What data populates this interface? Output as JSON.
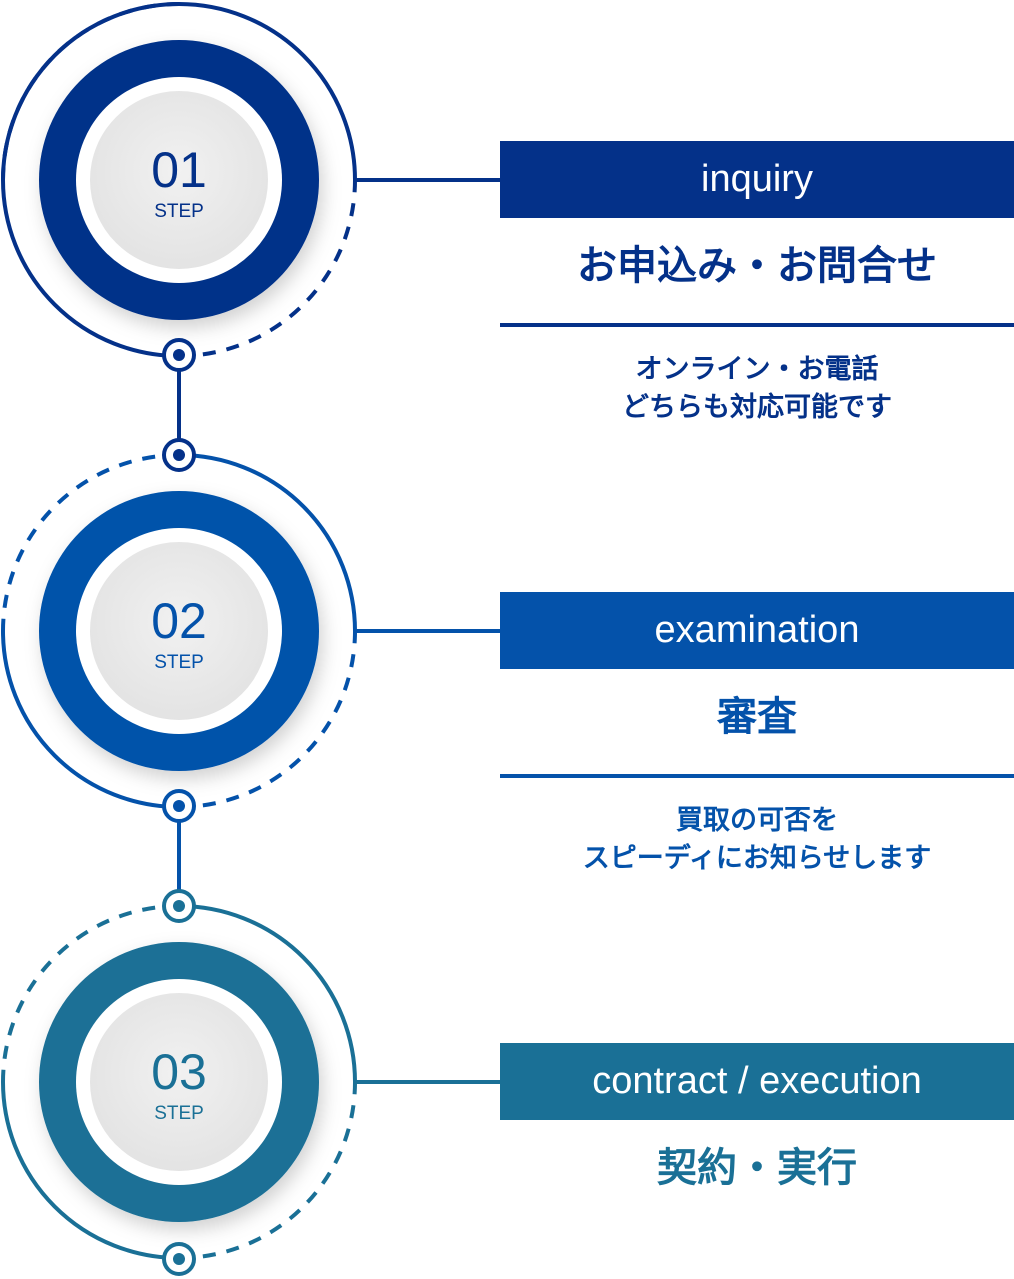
{
  "steps": [
    {
      "number": "01",
      "step_label": "STEP",
      "english": "inquiry",
      "title": "お申込み・お問合せ",
      "description": [
        "オンライン・お電話",
        "どちらも対応可能です"
      ],
      "color": "#043189"
    },
    {
      "number": "02",
      "step_label": "STEP",
      "english": "examination",
      "title": "審査",
      "description": [
        "買取の可否を",
        "スピーディにお知らせします"
      ],
      "color": "#0452AA"
    },
    {
      "number": "03",
      "step_label": "STEP",
      "english": "contract / execution",
      "title": "契約・実行",
      "description": [],
      "color": "#1A7096"
    }
  ]
}
